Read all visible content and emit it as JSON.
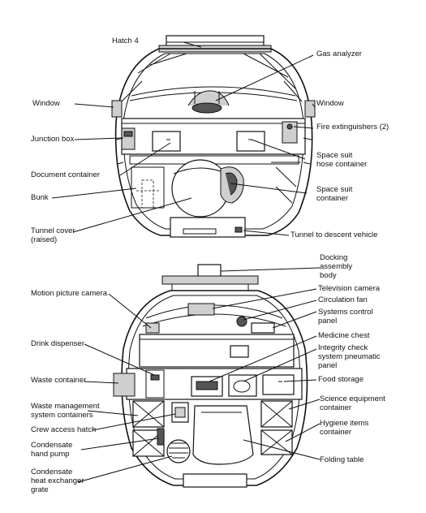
{
  "upper_module": {
    "labels": {
      "hatch4": "Hatch 4",
      "gas_analyzer": "Gas analyzer",
      "window_left": "Window",
      "window_right": "Window",
      "junction_box": "Junction box",
      "fire_extinguishers": "Fire extinguishers (2)",
      "document_container": "Document container",
      "space_suit_hose_container": "Space suit\nhose container",
      "bunk": "Bunk",
      "space_suit_container": "Space suit\ncontainer",
      "tunnel_cover": "Tunnel cover\n(raised)",
      "tunnel_to_descent_vehicle": "Tunnel to descent vehicle"
    }
  },
  "lower_module": {
    "labels": {
      "docking_assembly_body": "Docking\nassembly\nbody",
      "motion_picture_camera": "Motion picture camera",
      "television_camera": "Television camera",
      "circulation_fan": "Circulation fan",
      "systems_control_panel": "Systems control\npanel",
      "drink_dispenser": "Drink dispenser",
      "medicine_chest": "Medicine chest",
      "integrity_check": "Integrity check\nsystem pneumatic\npanel",
      "waste_container": "Waste container",
      "food_storage": "Food storage",
      "waste_management": "Waste management\nsystem containers",
      "science_equipment_container": "Science equipment\ncontainer",
      "crew_access_hatch": "Crew access hatch",
      "hygiene_items_container": "Hygiene items\ncontainer",
      "condensate_hand_pump": "Condensate\nhand pump",
      "condensate_heat_exchanger_grate": "Condensate\nheat exchanger\ngrate",
      "folding_table": "Folding table"
    }
  }
}
